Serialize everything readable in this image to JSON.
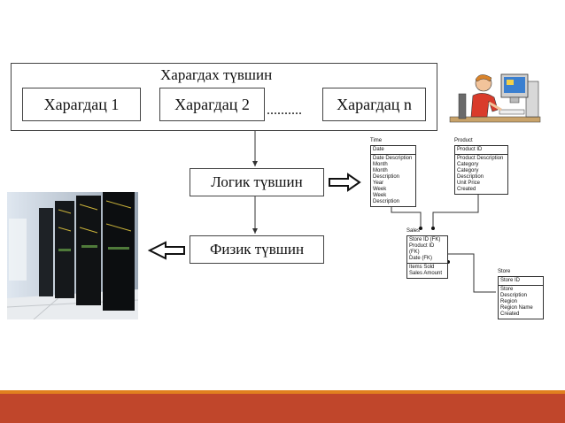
{
  "external_level": {
    "title": "Харагдах түвшин",
    "views": [
      "Харагдац 1",
      "Харагдац 2",
      "Харагдац n"
    ],
    "ellipsis": ".........."
  },
  "logical_level": "Логик түвшин",
  "physical_level": "Физик түвшин",
  "schema": {
    "time": {
      "name": "Time",
      "pk": [
        "Date"
      ],
      "attrs": [
        "Date Description",
        "Month",
        "Month Description",
        "Year",
        "Week",
        "Week Description"
      ]
    },
    "product": {
      "name": "Product",
      "pk": [
        "Product ID"
      ],
      "attrs": [
        "Product Description",
        "Category",
        "Category Description",
        "Unit Price",
        "Created"
      ]
    },
    "sales": {
      "name": "Sales",
      "pk": [
        "Store ID (FK)",
        "Product ID (FK)",
        "Date (FK)"
      ],
      "attrs": [
        "Items Sold",
        "Sales Amount"
      ]
    },
    "store": {
      "name": "Store",
      "pk": [
        "Store ID"
      ],
      "attrs": [
        "Store Description",
        "Region",
        "Region Name",
        "Created"
      ]
    }
  },
  "colors": {
    "footer_orange": "#e1801f",
    "footer_red": "#c0462b"
  }
}
